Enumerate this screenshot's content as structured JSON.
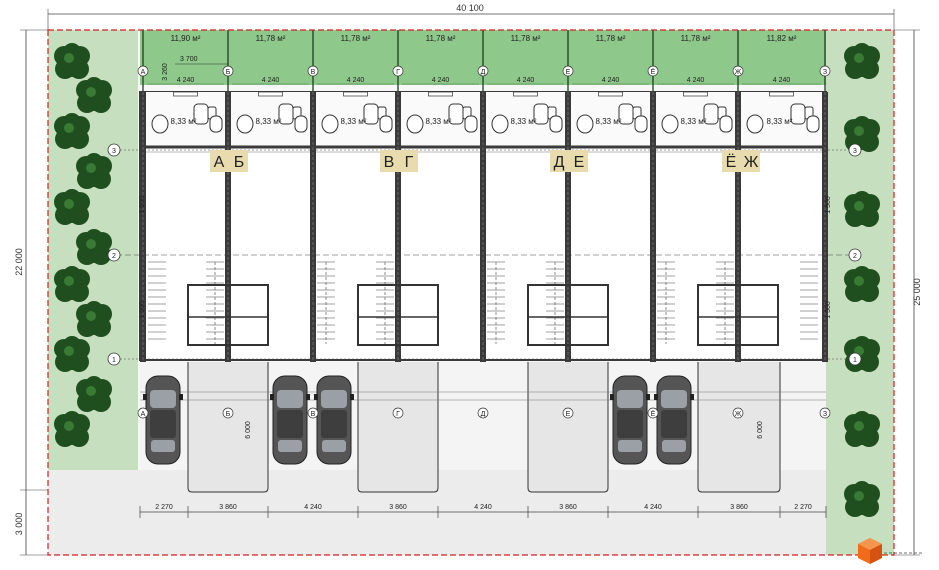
{
  "overall": {
    "width_label": "40 100",
    "left_height_label": "22 000",
    "right_height_label": "25 000",
    "bottom_left_label": "3 000"
  },
  "top_details": {
    "dim_3260": "3 260",
    "dim_3700": "3 700",
    "small_dims": [
      "4 240",
      "4 240",
      "4 240",
      "4 240",
      "4 240",
      "4 240",
      "4 240",
      "4 240"
    ]
  },
  "yard_areas": [
    "11,90 м²",
    "11,78 м²",
    "11,78 м²",
    "11,78 м²",
    "11,78 м²",
    "11,78 м²",
    "11,78 м²",
    "11,82 м²"
  ],
  "bath_areas": [
    "8,33 м²",
    "8,33 м²",
    "8,33 м²",
    "8,33 м²",
    "8,33 м²",
    "8,33 м²",
    "8,33 м²",
    "8,33 м²"
  ],
  "section_letters": [
    "А",
    "Б",
    "В",
    "Г",
    "Д",
    "Е",
    "Ё",
    "Ж"
  ],
  "row_axes": [
    "3",
    "2",
    "1"
  ],
  "col_axes": [
    "А",
    "Б",
    "В",
    "Г",
    "Д",
    "Е",
    "Ё",
    "Ж",
    "З"
  ],
  "parking_depth_label": "6 000",
  "bottom_dims": [
    "2 270",
    "3 860",
    "4 240",
    "3 860",
    "4 240",
    "3 860",
    "4 240",
    "3 860",
    "2 270"
  ],
  "colors": {
    "garden": "#c6dfbf",
    "yard": "#8ec88a",
    "tree": "#1f4f1f",
    "wall": "#3a3a3a",
    "paving": "#ececec",
    "boundary": "#d32020",
    "logo": "#f26a1b"
  },
  "icons": {
    "tree": "tree-icon",
    "car": "car-icon",
    "logo": "cube-logo-icon"
  }
}
